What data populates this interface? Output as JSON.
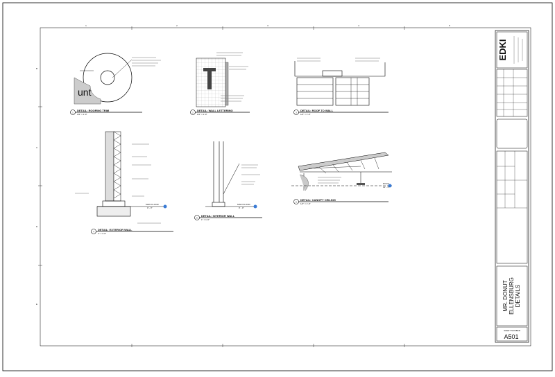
{
  "grid": {
    "columns": [
      "1",
      "2",
      "3",
      "4",
      "5"
    ],
    "rows": [
      "B",
      "C",
      "D",
      "E"
    ]
  },
  "details": [
    {
      "num": "1",
      "title": "DETAIL: ROOFING TRIM",
      "scale": "3/4\" = 1'-0\""
    },
    {
      "num": "2",
      "title": "DETAIL: WALL LETTERING",
      "scale": "1/2\" = 1'-0\""
    },
    {
      "num": "3",
      "title": "DETAIL: ROOF TO WALL",
      "scale": "1/2\" = 1'-0\""
    },
    {
      "num": "4",
      "title": "DETAIL: EXTERIOR WALL",
      "scale": "1\" = 1'-0\""
    },
    {
      "num": "5",
      "title": "DETAIL: INTERIOR WALL",
      "scale": "1\" = 1'-0\""
    },
    {
      "num": "6",
      "title": "DETAIL: CANOPY CEILING",
      "scale": "1/4\" = 1'-0\""
    }
  ],
  "levels": {
    "main_floor": "MAIN FLOOR",
    "main_floor_elev": "0' - 0\"",
    "roof_level": "ROOF",
    "roof_level_elev": "12' - 0\""
  },
  "title_block": {
    "logo": "EDKI",
    "project_lines": [
      "MR. DONUT",
      "ELLENSBURG",
      "DETAILS"
    ],
    "sheet_number_label": "SHEET NUMBER",
    "sheet_number": "A501"
  }
}
